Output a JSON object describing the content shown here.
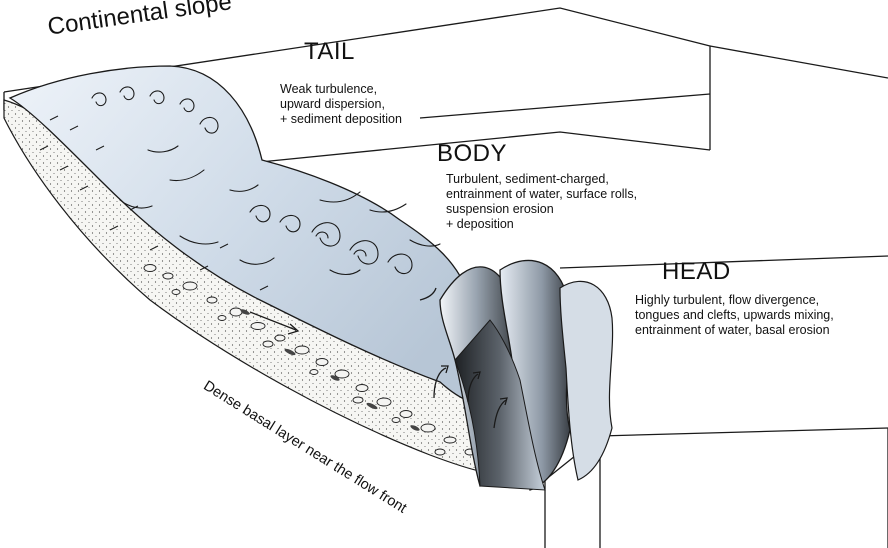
{
  "labels": {
    "continental_slope": "Continental slope",
    "tail_title": "TAIL",
    "tail_desc": "Weak turbulence,\nupward dispersion,\n+ sediment deposition",
    "body_title": "BODY",
    "body_desc": "Turbulent, sediment-charged,\nentrainment of water, surface rolls,\nsuspension erosion\n+ deposition",
    "head_title": "HEAD",
    "head_desc": "Highly turbulent, flow divergence,\ntongues and clefts, upwards mixing,\nentrainment of water, basal erosion",
    "basal_layer": "Dense basal layer near the flow front"
  },
  "colors": {
    "line": "#1a1a1a",
    "flow_light": "#dfe7f1",
    "flow_dark": "#5a6066",
    "sediment": "#f4f4f2"
  }
}
